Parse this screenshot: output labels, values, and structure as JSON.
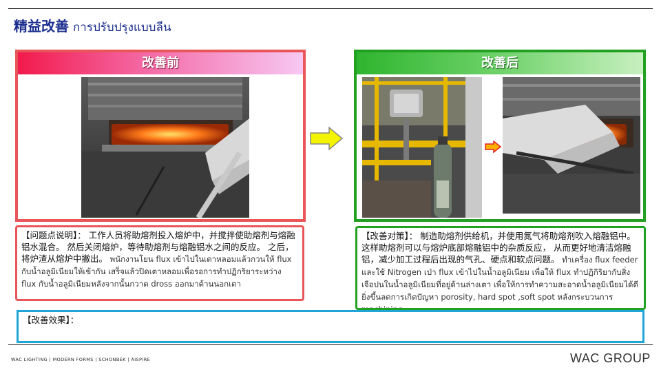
{
  "header": {
    "title_zh": "精益改善",
    "title_th": "การปรับปรุงแบบลีน"
  },
  "before": {
    "title": "改善前",
    "problem_text_zh": "【问题点说明】： 工作人员将助熔剂投入熔炉中，并搅拌使助熔剂与熔融铝水混合。 然后关闭熔炉，等待助熔剂与熔融铝水之间的反应。 之后，将炉渣从熔炉中撇出。",
    "problem_text_th": " พนักงานโยน flux เข้าไปในเตาหลอมแล้วกวนให้ flux กับน้ำอลูมิเนียมให้เข้ากัน เสร็จแล้วปิดเตาหลอมเพื่อรอการทำปฏิกริยาระหว่าง flux กับน้ำอลูมิเนียมหลังจากนั้นกวาด dross ออกมาด้านนอกเตา"
  },
  "after": {
    "title": "改善后",
    "measure_text_zh": "【改善对策】： 制造助熔剂供给机，并使用氮气将助熔剂吹入熔融铝中。 这样助熔剂可以与熔炉底部熔融铝中的杂质反应， 从而更好地清洁熔融铝，减少加工过程后出现的气孔、硬点和软点问题。",
    "measure_text_th": " ทำเครื่อง flux feeder และใช้ Nitrogen เป่า flux เข้าไปในน้ำอลูมิเนียม เพื่อให้ flux ทำปฏิกิริยากับสิ่งเจือปนในน้ำอลูมิเนียมที่อยู่ด้านล่างเตา เพื่อให้การทำความสะอาดน้ำอลูมิเนียมได้ดียิ่งขึ้นลดการเกิดปัญหา porosity, hard spot ,soft spot หลังกระบวนการ machining"
  },
  "effect": {
    "label": "【改善效果】："
  },
  "footer": {
    "brands": "WAC LIGHTING  |  MODERN FORMS  |  SCHONBEK  |  AISPIRE",
    "logo": "WAC GROUP"
  },
  "colors": {
    "title_blue": "#1c2f8f",
    "before_red": "#e8565a",
    "after_green": "#22a022",
    "effect_blue": "#1fa6d6",
    "arrow_yellow": "#f4f400"
  },
  "icons": {
    "big_arrow": "arrow-right-icon",
    "small_arrow": "arrow-right-icon"
  }
}
